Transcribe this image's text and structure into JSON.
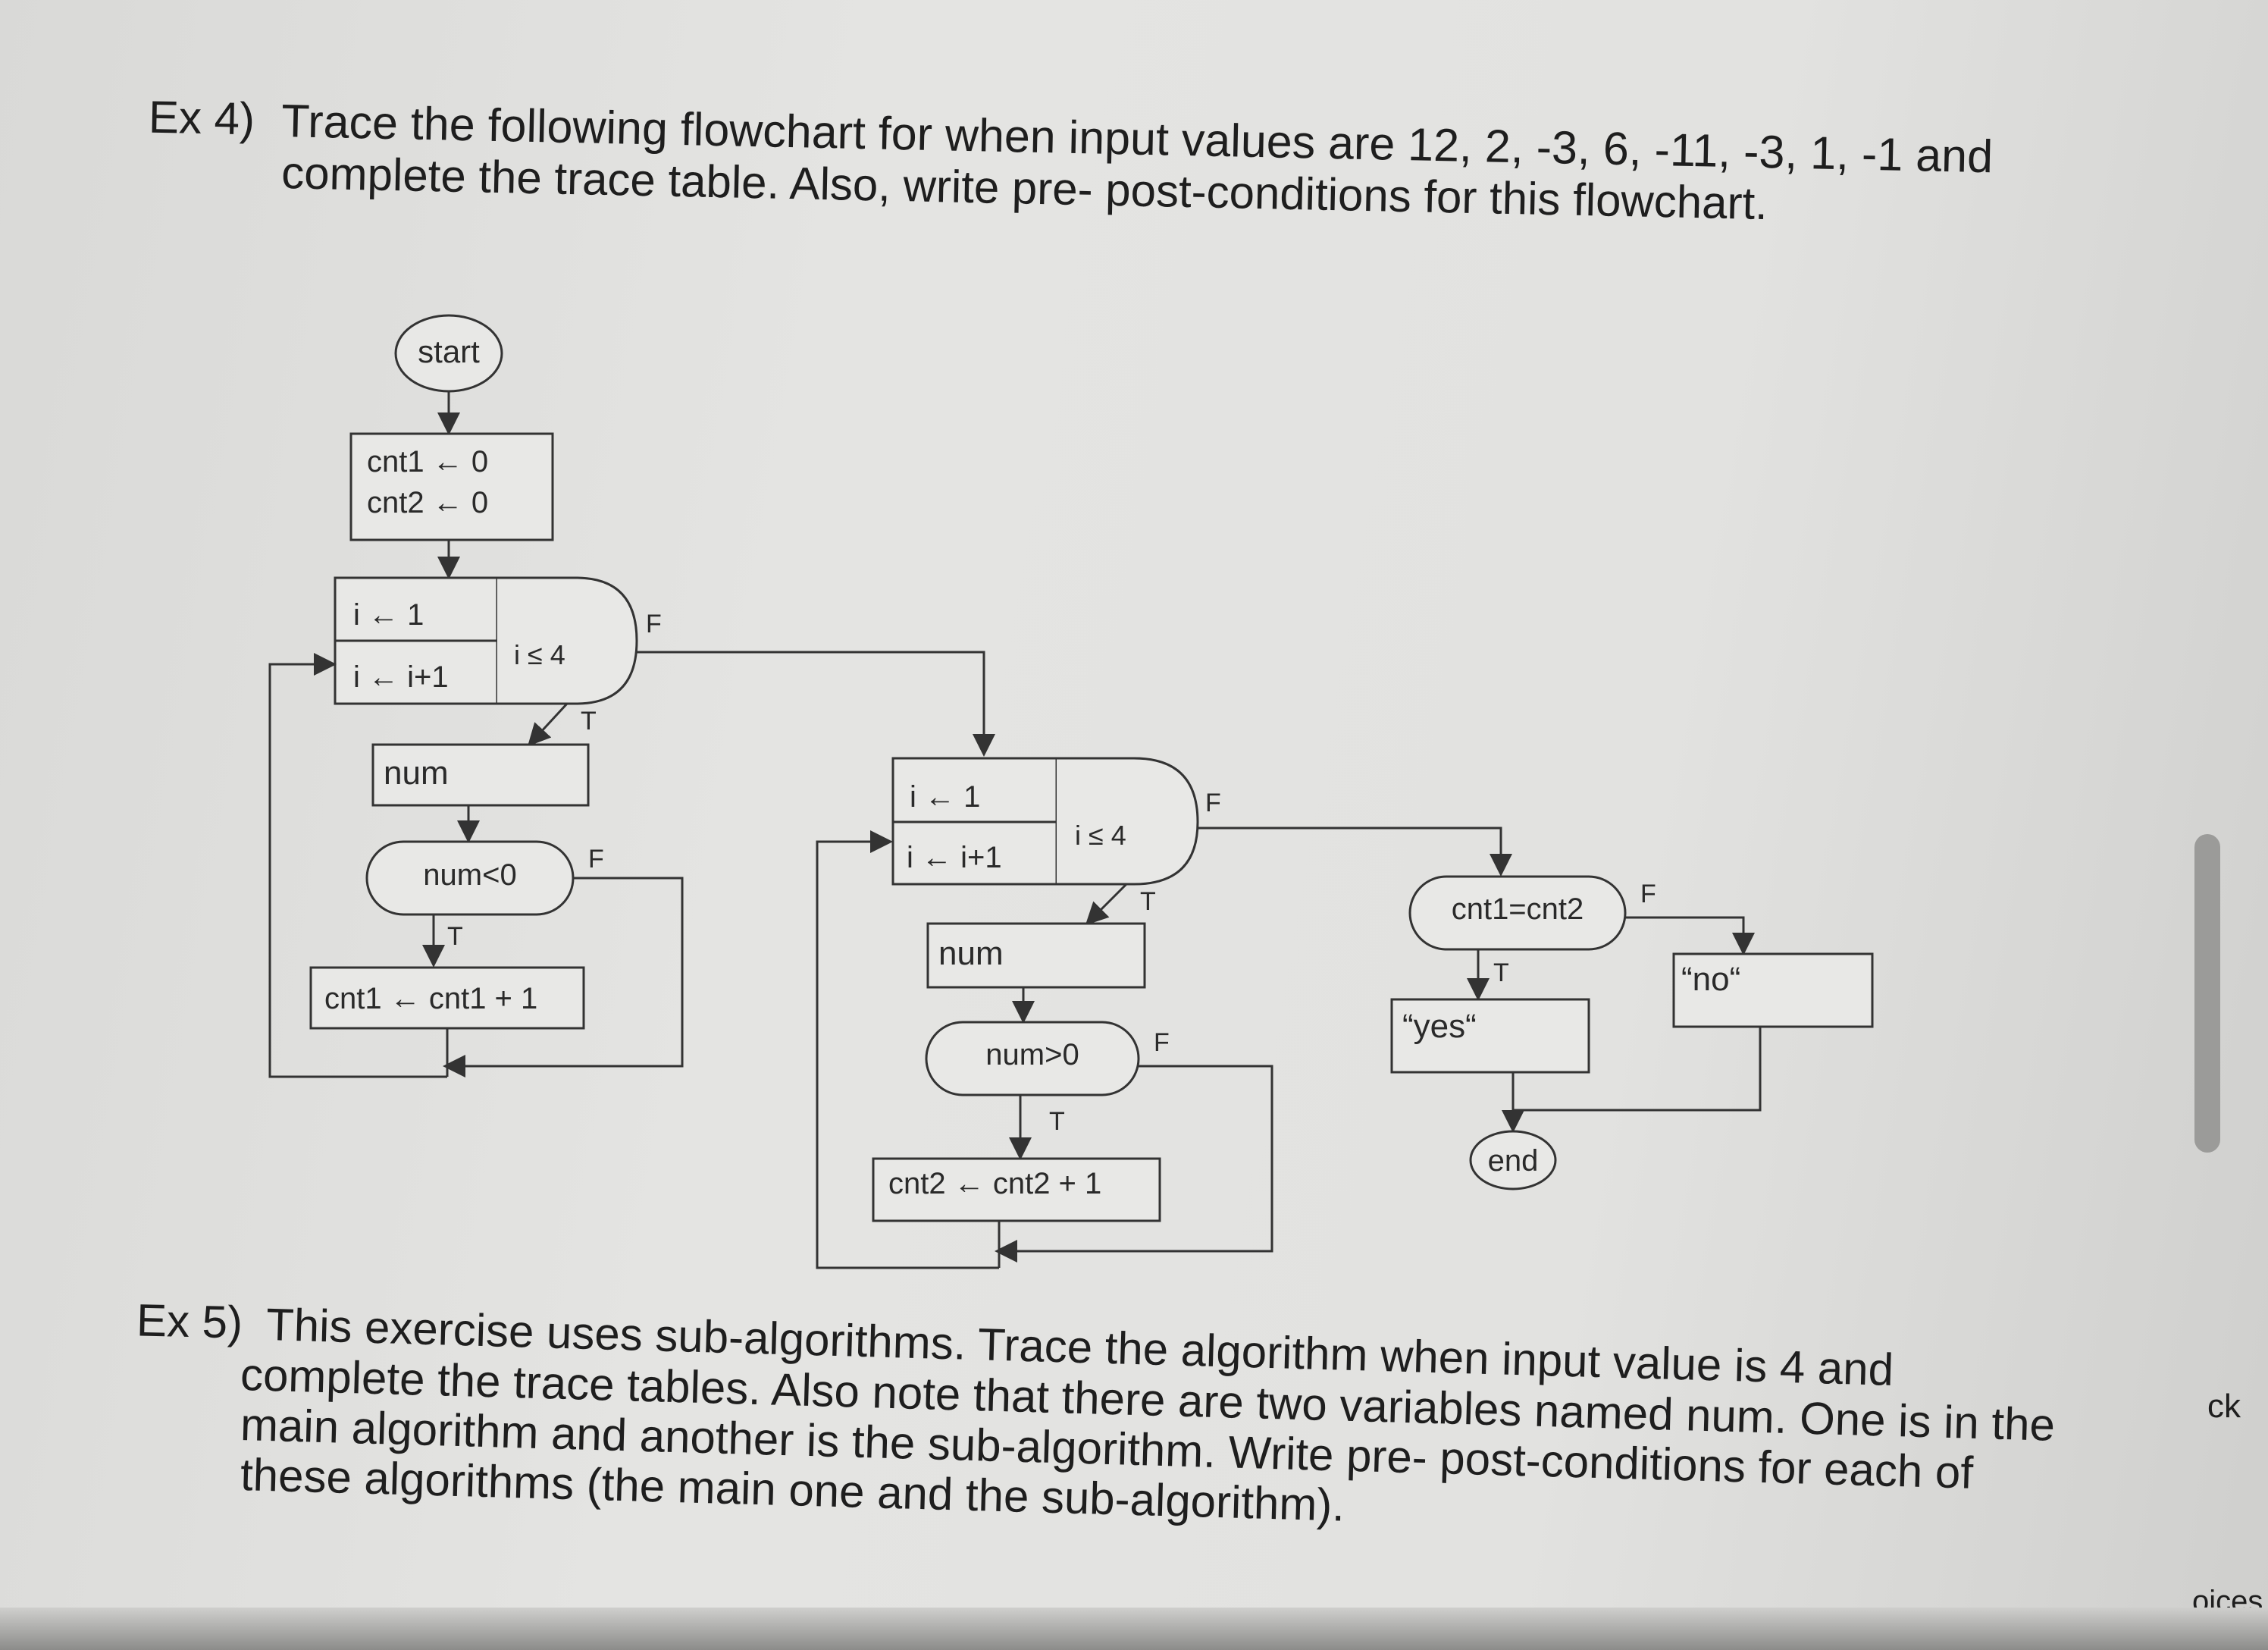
{
  "ex4": {
    "number": "Ex 4)",
    "line1": "Trace the following flowchart for when input values are 12, 2, -3, 6, -11, -3, 1, -1 and",
    "line2": "complete the trace table. Also, write pre- post-conditions for this flowchart."
  },
  "flowchart": {
    "start": "start",
    "init1": "cnt1 ← 0",
    "init2": "cnt2 ← 0",
    "loop1_init": "i ← 1",
    "loop1_step": "i ← i+1",
    "loop1_cond": "i ≤ 4",
    "loop1_T": "T",
    "loop1_F": "F",
    "input1": "num",
    "cond1": "num<0",
    "cond1_T": "T",
    "cond1_F": "F",
    "assign1": "cnt1 ← cnt1 + 1",
    "loop2_init": "i ← 1",
    "loop2_step": "i ← i+1",
    "loop2_cond": "i ≤ 4",
    "loop2_T": "T",
    "loop2_F": "F",
    "input2": "num",
    "cond2": "num>0",
    "cond2_T": "T",
    "cond2_F": "F",
    "assign2": "cnt2 ← cnt2 + 1",
    "cond3": "cnt1=cnt2",
    "cond3_T": "T",
    "cond3_F": "F",
    "out_yes": "“yes“",
    "out_no": "“no“",
    "end": "end"
  },
  "ex5": {
    "number": "Ex 5)",
    "line1": "This exercise uses sub-algorithms. Trace the algorithm when input value is 4 and",
    "line2": "complete the trace tables. Also note that there are two variables named num. One is in the",
    "line3": "main algorithm and another is the sub-algorithm. Write pre- post-conditions for each of",
    "line4": "these algorithms (the main one and the sub-algorithm)."
  },
  "side": {
    "fragment1": "ck",
    "fragment2": "oices"
  }
}
